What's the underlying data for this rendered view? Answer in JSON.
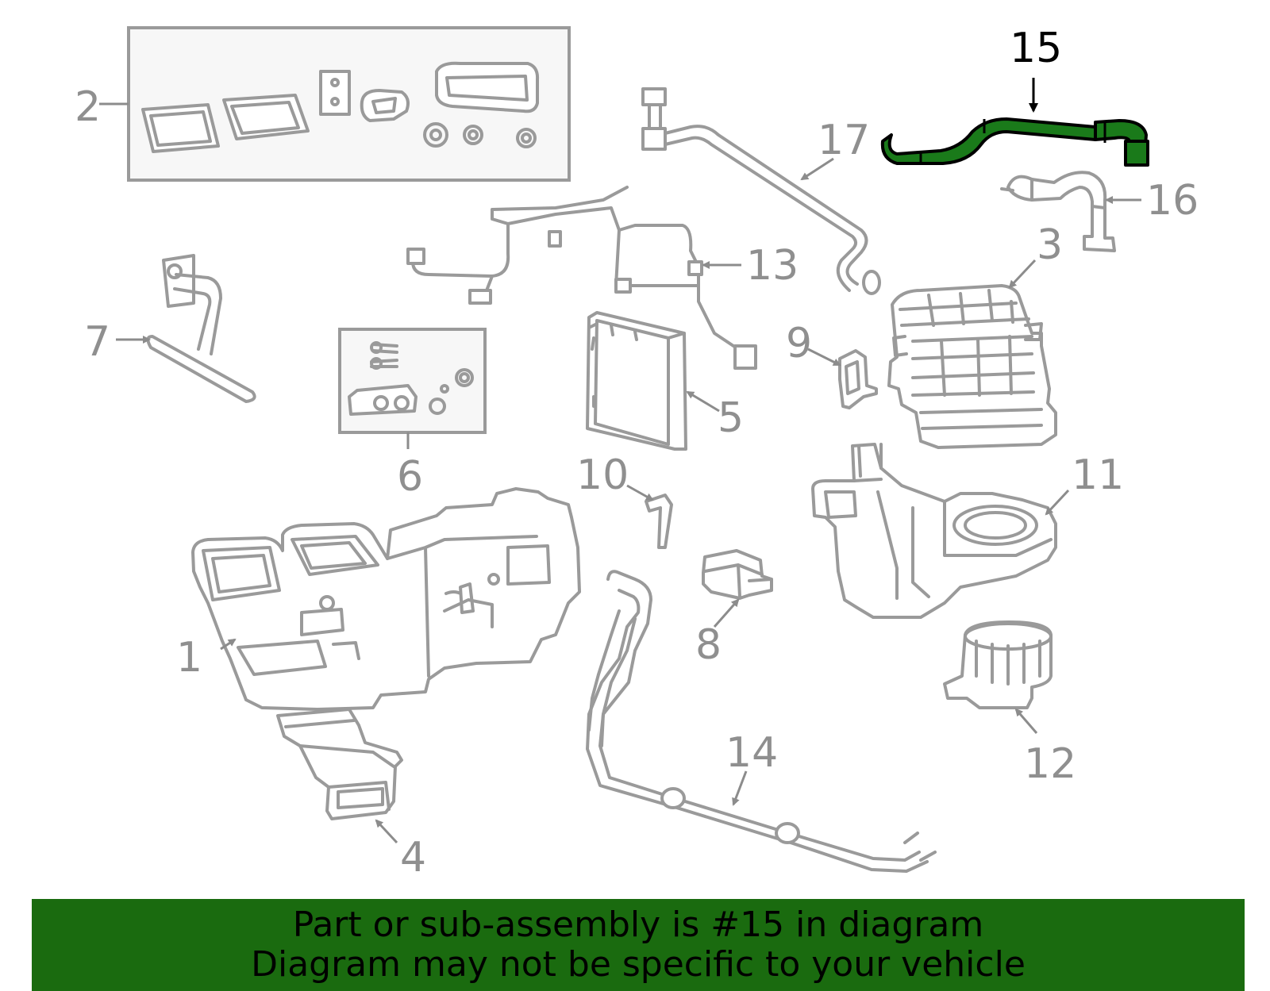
{
  "diagram": {
    "highlight_color": "#1a7a1a",
    "part_color": "#9a9a9a",
    "callouts": {
      "c1": "1",
      "c2": "2",
      "c3": "3",
      "c4": "4",
      "c5": "5",
      "c6": "6",
      "c7": "7",
      "c8": "8",
      "c9": "9",
      "c10": "10",
      "c11": "11",
      "c12": "12",
      "c13": "13",
      "c14": "14",
      "c15": "15",
      "c16": "16",
      "c17": "17"
    },
    "highlighted_part": "15"
  },
  "banner": {
    "background": "#1a6b0f",
    "line1": "Part or sub-assembly is #15 in diagram",
    "line2": "Diagram may not be specific to your vehicle"
  }
}
